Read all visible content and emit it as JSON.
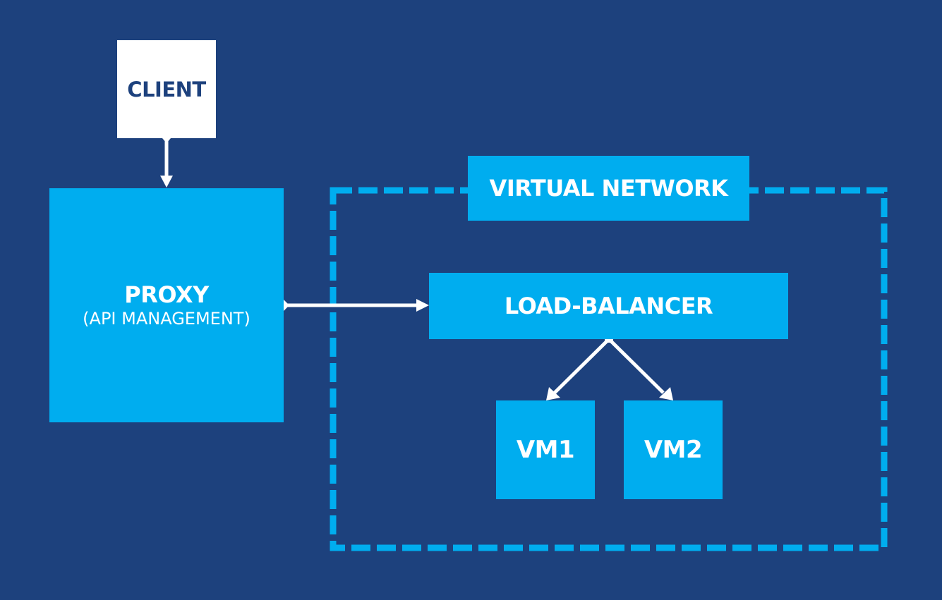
{
  "diagram": {
    "title": "Client → Proxy → Virtual Network architecture",
    "colors": {
      "background": "#1d417d",
      "node_fill": "#00adef",
      "client_fill": "#ffffff",
      "client_text": "#1d417d",
      "text": "#ffffff",
      "connector": "#ffffff",
      "boundary": "#00adef"
    },
    "nodes": {
      "client": {
        "label": "CLIENT"
      },
      "proxy": {
        "label": "PROXY",
        "sublabel": "(API MANAGEMENT)"
      },
      "virtual_network": {
        "label": "VIRTUAL NETWORK"
      },
      "load_balancer": {
        "label": "LOAD-BALANCER"
      },
      "vm1": {
        "label": "VM1"
      },
      "vm2": {
        "label": "VM2"
      }
    },
    "edges": [
      {
        "from": "client",
        "to": "proxy",
        "style": "arrow"
      },
      {
        "from": "proxy",
        "to": "load_balancer",
        "style": "diamond-to-arrow"
      },
      {
        "from": "load_balancer",
        "to": "vm1",
        "style": "square-to-arrow"
      },
      {
        "from": "load_balancer",
        "to": "vm2",
        "style": "square-to-arrow"
      }
    ],
    "groups": [
      {
        "name": "virtual_network",
        "style": "dashed",
        "contains": [
          "load_balancer",
          "vm1",
          "vm2"
        ]
      }
    ]
  }
}
